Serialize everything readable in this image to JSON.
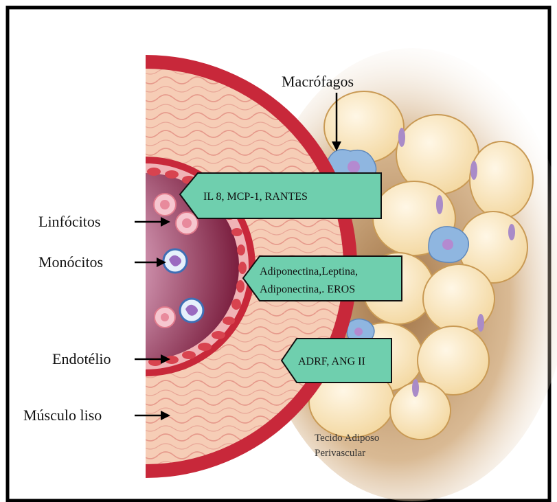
{
  "labels": {
    "macrofagos": "Macrófagos",
    "linfocitos": "Linfócitos",
    "monocitos": "Monócitos",
    "endotelio": "Endotélio",
    "musculo_liso": "Músculo liso",
    "tecido_line1": "Tecido Adiposo",
    "tecido_line2": "Perivascular"
  },
  "boxes": {
    "box1": "IL 8, MCP-1, RANTES",
    "box2_line1": "Adiponectina,Leptina,",
    "box2_line2": "Adiponectina,. EROS",
    "box3": "ADRF, ANG II"
  },
  "colors": {
    "frame": "#000000",
    "vessel_outer": "#c8283a",
    "media": "#f4c2a8",
    "lumen": "#8a2a4a",
    "adipocyte": "#fbe6c0",
    "adventitia": "#b07a44",
    "box_fill": "#6fcfae",
    "macrophage": "#8fb6e0"
  }
}
